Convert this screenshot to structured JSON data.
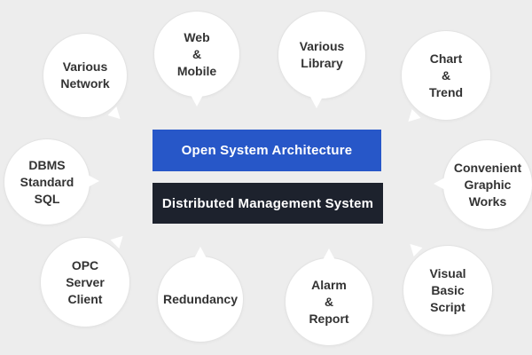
{
  "canvas": {
    "background_color": "#ededed"
  },
  "center_boxes": {
    "primary": {
      "label": "Open System Architecture",
      "background_color": "#2757c8",
      "text_color": "#ffffff"
    },
    "secondary": {
      "label": "Distributed Management System",
      "background_color": "#1d222d",
      "text_color": "#ffffff"
    }
  },
  "bubbles": [
    {
      "label": "Various\nNetwork",
      "tail_direction": "down-right"
    },
    {
      "label": "Web\n&\nMobile",
      "tail_direction": "down"
    },
    {
      "label": "Various\nLibrary",
      "tail_direction": "down"
    },
    {
      "label": "Chart\n&\nTrend",
      "tail_direction": "down-left"
    },
    {
      "label": "DBMS\nStandard\nSQL",
      "tail_direction": "right"
    },
    {
      "label": "Convenient\nGraphic\nWorks",
      "tail_direction": "left"
    },
    {
      "label": "OPC\nServer\nClient",
      "tail_direction": "up-right"
    },
    {
      "label": "Redundancy",
      "tail_direction": "up"
    },
    {
      "label": "Alarm\n&\nReport",
      "tail_direction": "up"
    },
    {
      "label": "Visual\nBasic\nScript",
      "tail_direction": "up-left"
    }
  ],
  "styles": {
    "bubble_fill": "#ffffff",
    "bubble_border": "#e3e3e3",
    "bubble_text_color": "#333333"
  }
}
